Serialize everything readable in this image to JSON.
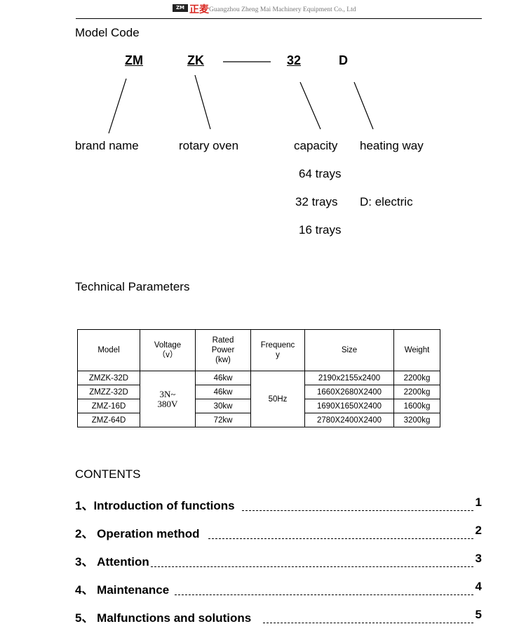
{
  "header": {
    "logo_text": "ZM",
    "brand_cn": "正麦",
    "company": "Guangzhou Zheng Mai Machinery Equipment Co., Ltd"
  },
  "model_code": {
    "heading": "Model Code",
    "parts": {
      "brand": "ZM",
      "type": "ZK",
      "capacity": "32",
      "heating": "D"
    },
    "labels": {
      "brand": "brand name",
      "type": "rotary oven",
      "capacity": "capacity",
      "heating": "heating way"
    },
    "capacity_options": [
      "64 trays",
      "32 trays",
      "16 trays"
    ],
    "heating_options": [
      "D: electric"
    ]
  },
  "technical": {
    "heading": "Technical Parameters",
    "columns": {
      "model": "Model",
      "voltage_line1": "Voltage",
      "voltage_line2": "（v）",
      "power_line1": "Rated",
      "power_line2": "Power",
      "power_line3": "(kw)",
      "freq_line1": "Frequenc",
      "freq_line2": "y",
      "size": "Size",
      "weight": "Weight"
    },
    "voltage_line1": "3N~",
    "voltage_line2": "380V",
    "frequency": "50Hz",
    "rows": [
      {
        "model": "ZMZK-32D",
        "power": "46kw",
        "size": "2190x2155x2400",
        "weight": "2200kg"
      },
      {
        "model": "ZMZZ-32D",
        "power": "46kw",
        "size": "1660X2680X2400",
        "weight": "2200kg"
      },
      {
        "model": "ZMZ-16D",
        "power": "30kw",
        "size": "1690X1650X2400",
        "weight": "1600kg"
      },
      {
        "model": "ZMZ-64D",
        "power": "72kw",
        "size": "2780X2400X2400",
        "weight": "3200kg"
      }
    ]
  },
  "contents": {
    "heading": "CONTENTS",
    "items": [
      {
        "label": "1、Introduction of functions",
        "page": "1"
      },
      {
        "label": "2、 Operation method",
        "page": "2"
      },
      {
        "label": "3、 Attention",
        "page": "3"
      },
      {
        "label": "4、 Maintenance",
        "page": "4"
      },
      {
        "label": "5、 Malfunctions and solutions",
        "page": "5"
      }
    ]
  }
}
